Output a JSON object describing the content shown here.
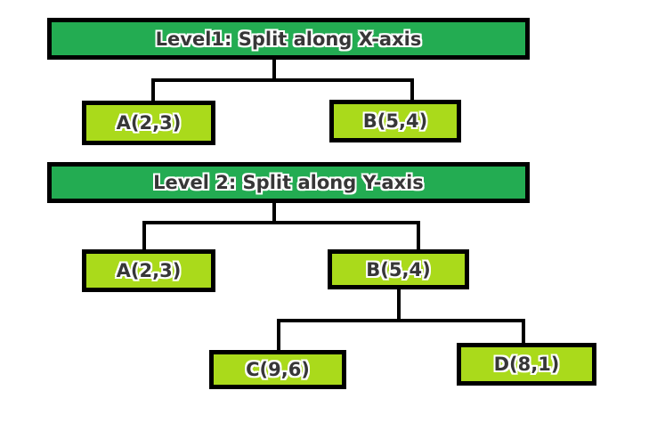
{
  "level1": {
    "header": "Level1: Split along X-axis",
    "nodes": [
      {
        "label": "A(2,3)"
      },
      {
        "label": "B(5,4)"
      }
    ]
  },
  "level2": {
    "header": "Level 2: Split along Y-axis",
    "nodes": [
      {
        "label": "A(2,3)"
      },
      {
        "label": "B(5,4)"
      }
    ],
    "b_children": [
      {
        "label": "C(9,6)"
      },
      {
        "label": "D(8,1)"
      }
    ]
  },
  "colors": {
    "header_fill": "#23ac52",
    "node_fill": "#aada1b",
    "border": "#000000",
    "text": "#373737",
    "text_outline": "#ffffff"
  }
}
